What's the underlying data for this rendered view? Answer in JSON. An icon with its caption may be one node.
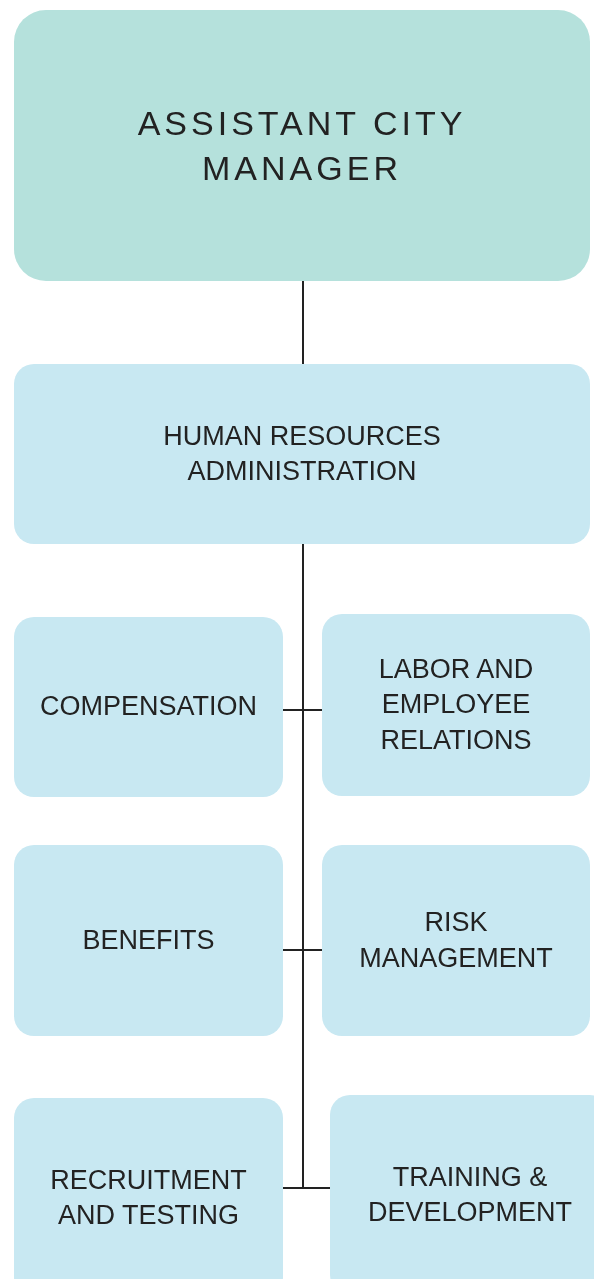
{
  "diagram": {
    "nodes": [
      {
        "text": [
          "ASSISTANT CITY MANAGER"
        ]
      },
      {
        "text": [
          "HUMAN RESOURCES ADMINISTRATION"
        ]
      },
      {
        "text": [
          "COMPENSATION"
        ]
      },
      {
        "text": [
          "LABOR AND EMPLOYEE RELATIONS"
        ]
      },
      {
        "text": [
          "BENEFITS"
        ]
      },
      {
        "text": [
          "RISK MANAGEMENT"
        ]
      },
      {
        "text": [
          "RECRUITMENT AND TESTING"
        ]
      },
      {
        "text": [
          "TRAINING & DEVELOPMENT"
        ]
      }
    ],
    "edges": [
      {
        "from": 0,
        "to": 1,
        "arrow": "none"
      },
      {
        "from": 1,
        "to": 2,
        "arrow": "none"
      },
      {
        "from": 1,
        "to": 3,
        "arrow": "none"
      },
      {
        "from": 1,
        "to": 4,
        "arrow": "none"
      },
      {
        "from": 1,
        "to": 5,
        "arrow": "none"
      },
      {
        "from": 1,
        "to": 6,
        "arrow": "none"
      },
      {
        "from": 1,
        "to": 7,
        "arrow": "none"
      }
    ]
  }
}
